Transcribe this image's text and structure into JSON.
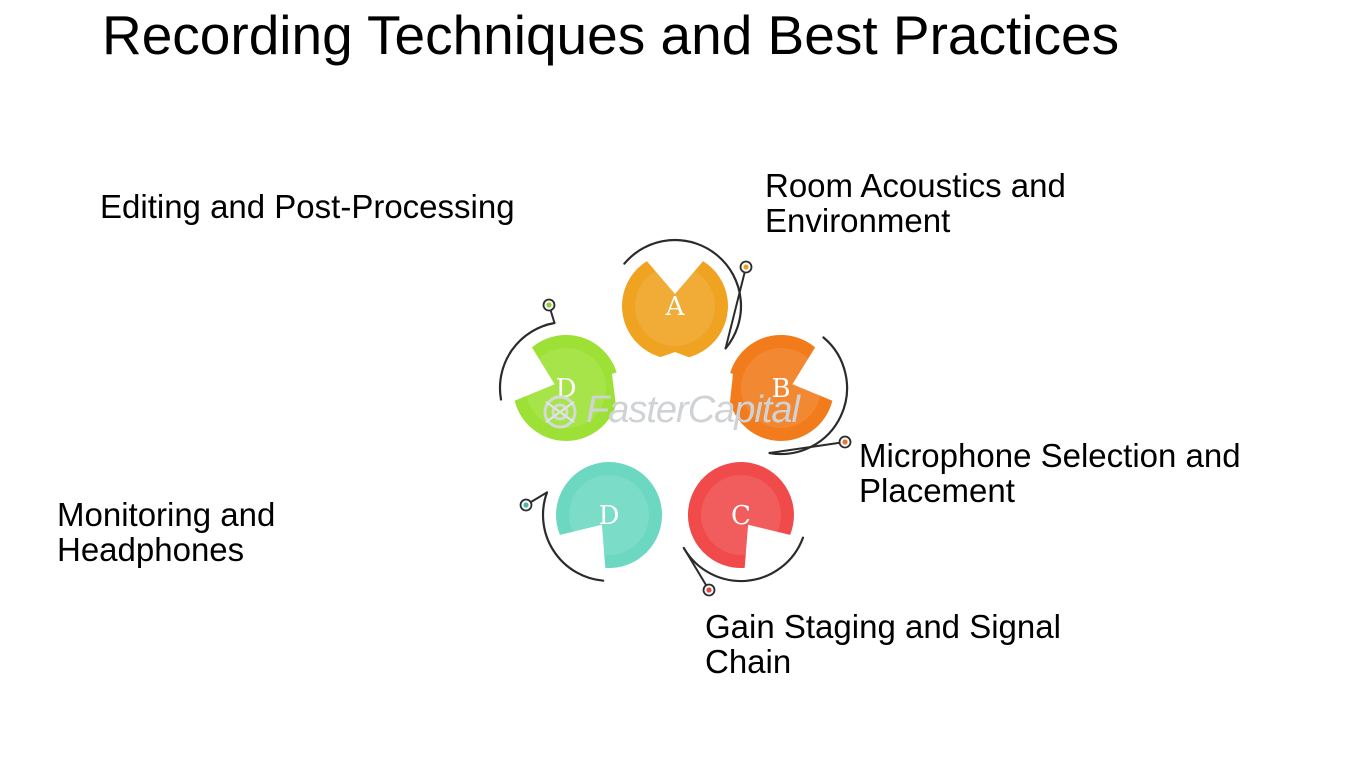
{
  "title": "Recording Techniques and Best Practices",
  "labels": {
    "editing": "Editing and Post-Processing",
    "room": [
      "Room Acoustics and",
      "Environment"
    ],
    "microphone": [
      "Microphone Selection and",
      "Placement"
    ],
    "monitoring": [
      "Monitoring and",
      "Headphones"
    ],
    "gain": [
      "Gain Staging and Signal",
      "Chain"
    ]
  },
  "segments": [
    {
      "letter": "A",
      "color": "#efa321",
      "dot": "#e8a02a"
    },
    {
      "letter": "B",
      "color": "#f27b1b",
      "dot": "#e8772a"
    },
    {
      "letter": "C",
      "color": "#f04a4a",
      "dot": "#e34848"
    },
    {
      "letter": "D",
      "color": "#6cd8c2",
      "dot": "#4fb8a2"
    },
    {
      "letter": "D",
      "color": "#9ee136",
      "dot": "#8dcc3a"
    }
  ],
  "watermark": "FasterCapital"
}
